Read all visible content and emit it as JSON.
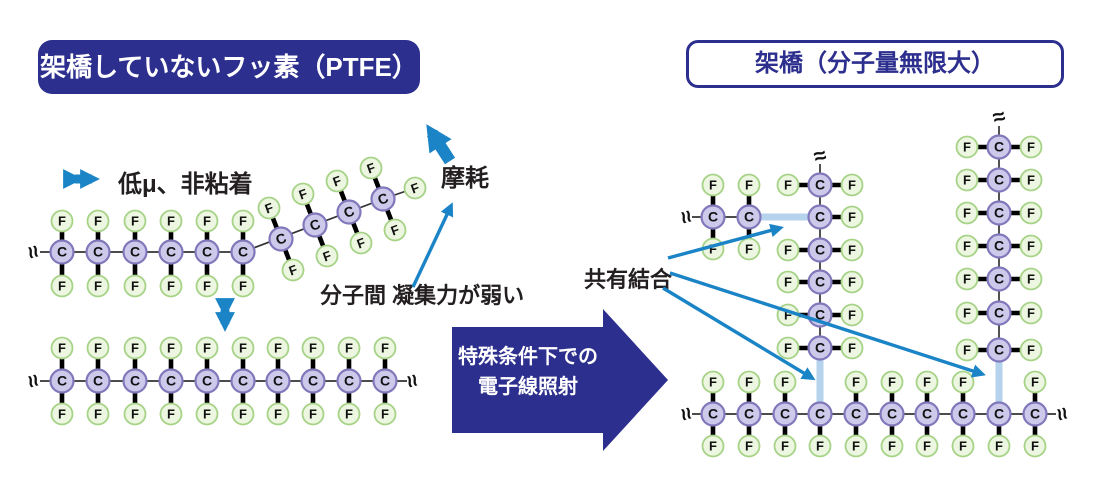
{
  "titles": {
    "left": "架橋していないフッ素（PTFE）",
    "right": "架橋（分子量無限大）"
  },
  "labels": {
    "low_mu": "低μ、非粘着",
    "wear": "摩耗",
    "cohesion": "分子間 凝集力が弱い",
    "covalent": "共有結合"
  },
  "process_arrow": {
    "line1": "特殊条件下での",
    "line2": "電子線照射"
  },
  "colors": {
    "navy": "#2d2f8e",
    "arrow_blue": "#1a84c6",
    "crosslink_blue": "#b5d3ed",
    "carbon_fill": "#cdc9ea",
    "carbon_stroke": "#8078ba",
    "fluorine_fill": "#edf6e1",
    "fluorine_stroke": "#a6d387",
    "bond_thin": "#333333",
    "bond_thick": "#000000",
    "atom_text": "#111111"
  },
  "break_symbol": "≈",
  "molecule": {
    "thin_bonds": [
      [
        40,
        252,
        250,
        252
      ],
      [
        243,
        252,
        383,
        199
      ],
      [
        383,
        199,
        415,
        188
      ],
      [
        40,
        381,
        407,
        381
      ],
      [
        692,
        217,
        749,
        217
      ],
      [
        820,
        164,
        820,
        348
      ],
      [
        999,
        126,
        999,
        350
      ],
      [
        692,
        414,
        1056,
        414
      ]
    ],
    "cross_bonds": [
      [
        751,
        217,
        818,
        217
      ],
      [
        820,
        350,
        820,
        414
      ],
      [
        999,
        352,
        999,
        414
      ]
    ],
    "thick_bonds": [
      [
        62,
        252,
        62,
        221
      ],
      [
        98,
        252,
        98,
        221
      ],
      [
        135,
        252,
        135,
        221
      ],
      [
        171,
        252,
        171,
        221
      ],
      [
        207,
        252,
        207,
        221
      ],
      [
        243,
        252,
        243,
        221
      ],
      [
        62,
        252,
        62,
        286
      ],
      [
        98,
        252,
        98,
        286
      ],
      [
        135,
        252,
        135,
        286
      ],
      [
        171,
        252,
        171,
        286
      ],
      [
        207,
        252,
        207,
        286
      ],
      [
        243,
        252,
        243,
        286
      ],
      [
        281,
        239,
        269,
        208
      ],
      [
        315,
        225,
        303,
        194
      ],
      [
        349,
        212,
        337,
        181
      ],
      [
        383,
        199,
        371,
        168
      ],
      [
        281,
        239,
        293,
        270
      ],
      [
        315,
        225,
        327,
        256
      ],
      [
        349,
        212,
        361,
        243
      ],
      [
        383,
        199,
        395,
        230
      ],
      [
        62,
        381,
        62,
        348
      ],
      [
        98,
        381,
        98,
        348
      ],
      [
        135,
        381,
        135,
        348
      ],
      [
        171,
        381,
        171,
        348
      ],
      [
        207,
        381,
        207,
        348
      ],
      [
        243,
        381,
        243,
        348
      ],
      [
        278,
        381,
        278,
        348
      ],
      [
        313,
        381,
        313,
        348
      ],
      [
        349,
        381,
        349,
        348
      ],
      [
        385,
        381,
        385,
        348
      ],
      [
        62,
        381,
        62,
        414
      ],
      [
        98,
        381,
        98,
        414
      ],
      [
        135,
        381,
        135,
        414
      ],
      [
        171,
        381,
        171,
        414
      ],
      [
        207,
        381,
        207,
        414
      ],
      [
        243,
        381,
        243,
        414
      ],
      [
        278,
        381,
        278,
        414
      ],
      [
        313,
        381,
        313,
        414
      ],
      [
        349,
        381,
        349,
        414
      ],
      [
        385,
        381,
        385,
        414
      ],
      [
        713,
        217,
        713,
        185
      ],
      [
        749,
        217,
        749,
        185
      ],
      [
        713,
        217,
        713,
        249
      ],
      [
        749,
        217,
        749,
        249
      ],
      [
        820,
        185,
        788,
        185
      ],
      [
        820,
        250,
        788,
        250
      ],
      [
        820,
        282,
        788,
        282
      ],
      [
        820,
        315,
        788,
        315
      ],
      [
        820,
        348,
        788,
        348
      ],
      [
        820,
        185,
        852,
        185
      ],
      [
        820,
        217,
        852,
        217
      ],
      [
        820,
        250,
        852,
        250
      ],
      [
        820,
        282,
        852,
        282
      ],
      [
        820,
        315,
        852,
        315
      ],
      [
        820,
        348,
        852,
        348
      ],
      [
        999,
        147,
        967,
        147
      ],
      [
        999,
        180,
        967,
        180
      ],
      [
        999,
        213,
        967,
        213
      ],
      [
        999,
        246,
        967,
        246
      ],
      [
        999,
        279,
        967,
        279
      ],
      [
        999,
        313,
        967,
        313
      ],
      [
        999,
        350,
        967,
        350
      ],
      [
        999,
        147,
        1031,
        147
      ],
      [
        999,
        180,
        1031,
        180
      ],
      [
        999,
        213,
        1031,
        213
      ],
      [
        999,
        246,
        1031,
        246
      ],
      [
        999,
        279,
        1031,
        279
      ],
      [
        999,
        313,
        1031,
        313
      ],
      [
        999,
        350,
        1031,
        350
      ],
      [
        713,
        414,
        713,
        382
      ],
      [
        749,
        414,
        749,
        382
      ],
      [
        785,
        414,
        785,
        382
      ],
      [
        856,
        414,
        856,
        382
      ],
      [
        892,
        414,
        892,
        382
      ],
      [
        927,
        414,
        927,
        382
      ],
      [
        963,
        414,
        963,
        382
      ],
      [
        1035,
        414,
        1035,
        382
      ],
      [
        713,
        414,
        713,
        446
      ],
      [
        749,
        414,
        749,
        446
      ],
      [
        785,
        414,
        785,
        446
      ],
      [
        820,
        414,
        820,
        446
      ],
      [
        856,
        414,
        856,
        446
      ],
      [
        892,
        414,
        892,
        446
      ],
      [
        927,
        414,
        927,
        446
      ],
      [
        963,
        414,
        963,
        446
      ],
      [
        999,
        414,
        999,
        446
      ],
      [
        1035,
        414,
        1035,
        446
      ]
    ],
    "atoms": [
      [
        "C",
        62,
        252
      ],
      [
        "C",
        98,
        252
      ],
      [
        "C",
        135,
        252
      ],
      [
        "C",
        171,
        252
      ],
      [
        "C",
        207,
        252
      ],
      [
        "C",
        243,
        252
      ],
      [
        "C",
        281,
        239,
        -20
      ],
      [
        "C",
        315,
        225,
        -20
      ],
      [
        "C",
        349,
        212,
        -20
      ],
      [
        "C",
        383,
        199,
        -20
      ],
      [
        "F",
        62,
        221
      ],
      [
        "F",
        98,
        221
      ],
      [
        "F",
        135,
        221
      ],
      [
        "F",
        171,
        221
      ],
      [
        "F",
        207,
        221
      ],
      [
        "F",
        243,
        221
      ],
      [
        "F",
        62,
        286
      ],
      [
        "F",
        98,
        286
      ],
      [
        "F",
        135,
        286
      ],
      [
        "F",
        171,
        286
      ],
      [
        "F",
        207,
        286
      ],
      [
        "F",
        243,
        286
      ],
      [
        "F",
        269,
        208,
        -20
      ],
      [
        "F",
        303,
        194,
        -20
      ],
      [
        "F",
        337,
        181,
        -20
      ],
      [
        "F",
        371,
        168,
        -20
      ],
      [
        "F",
        293,
        270,
        -20
      ],
      [
        "F",
        327,
        256,
        -20
      ],
      [
        "F",
        361,
        243,
        -20
      ],
      [
        "F",
        395,
        230,
        -20
      ],
      [
        "F",
        415,
        188,
        -20
      ],
      [
        "C",
        62,
        381
      ],
      [
        "C",
        98,
        381
      ],
      [
        "C",
        135,
        381
      ],
      [
        "C",
        171,
        381
      ],
      [
        "C",
        207,
        381
      ],
      [
        "C",
        243,
        381
      ],
      [
        "C",
        278,
        381
      ],
      [
        "C",
        313,
        381
      ],
      [
        "C",
        349,
        381
      ],
      [
        "C",
        385,
        381
      ],
      [
        "F",
        62,
        348
      ],
      [
        "F",
        98,
        348
      ],
      [
        "F",
        135,
        348
      ],
      [
        "F",
        171,
        348
      ],
      [
        "F",
        207,
        348
      ],
      [
        "F",
        243,
        348
      ],
      [
        "F",
        278,
        348
      ],
      [
        "F",
        313,
        348
      ],
      [
        "F",
        349,
        348
      ],
      [
        "F",
        385,
        348
      ],
      [
        "F",
        62,
        414
      ],
      [
        "F",
        98,
        414
      ],
      [
        "F",
        135,
        414
      ],
      [
        "F",
        171,
        414
      ],
      [
        "F",
        207,
        414
      ],
      [
        "F",
        243,
        414
      ],
      [
        "F",
        278,
        414
      ],
      [
        "F",
        313,
        414
      ],
      [
        "F",
        349,
        414
      ],
      [
        "F",
        385,
        414
      ],
      [
        "C",
        713,
        217
      ],
      [
        "C",
        749,
        217
      ],
      [
        "F",
        713,
        185
      ],
      [
        "F",
        749,
        185
      ],
      [
        "F",
        713,
        249
      ],
      [
        "F",
        749,
        249
      ],
      [
        "C",
        820,
        185
      ],
      [
        "C",
        820,
        217
      ],
      [
        "C",
        820,
        250
      ],
      [
        "C",
        820,
        282
      ],
      [
        "C",
        820,
        315
      ],
      [
        "C",
        820,
        348
      ],
      [
        "F",
        788,
        185
      ],
      [
        "F",
        788,
        250
      ],
      [
        "F",
        788,
        282
      ],
      [
        "F",
        788,
        315
      ],
      [
        "F",
        788,
        348
      ],
      [
        "F",
        852,
        185
      ],
      [
        "F",
        852,
        217
      ],
      [
        "F",
        852,
        250
      ],
      [
        "F",
        852,
        282
      ],
      [
        "F",
        852,
        315
      ],
      [
        "F",
        852,
        348
      ],
      [
        "C",
        999,
        147
      ],
      [
        "C",
        999,
        180
      ],
      [
        "C",
        999,
        213
      ],
      [
        "C",
        999,
        246
      ],
      [
        "C",
        999,
        279
      ],
      [
        "C",
        999,
        313
      ],
      [
        "C",
        999,
        350
      ],
      [
        "F",
        967,
        147
      ],
      [
        "F",
        967,
        180
      ],
      [
        "F",
        967,
        213
      ],
      [
        "F",
        967,
        246
      ],
      [
        "F",
        967,
        279
      ],
      [
        "F",
        967,
        313
      ],
      [
        "F",
        967,
        350
      ],
      [
        "F",
        1031,
        147
      ],
      [
        "F",
        1031,
        180
      ],
      [
        "F",
        1031,
        213
      ],
      [
        "F",
        1031,
        246
      ],
      [
        "F",
        1031,
        279
      ],
      [
        "F",
        1031,
        313
      ],
      [
        "F",
        1031,
        350
      ],
      [
        "C",
        713,
        414
      ],
      [
        "C",
        749,
        414
      ],
      [
        "C",
        785,
        414
      ],
      [
        "C",
        820,
        414
      ],
      [
        "C",
        856,
        414
      ],
      [
        "C",
        892,
        414
      ],
      [
        "C",
        927,
        414
      ],
      [
        "C",
        963,
        414
      ],
      [
        "C",
        999,
        414
      ],
      [
        "C",
        1035,
        414
      ],
      [
        "F",
        713,
        382
      ],
      [
        "F",
        749,
        382
      ],
      [
        "F",
        785,
        382
      ],
      [
        "F",
        856,
        382
      ],
      [
        "F",
        892,
        382
      ],
      [
        "F",
        927,
        382
      ],
      [
        "F",
        963,
        382
      ],
      [
        "F",
        1035,
        382
      ],
      [
        "F",
        713,
        446
      ],
      [
        "F",
        749,
        446
      ],
      [
        "F",
        785,
        446
      ],
      [
        "F",
        820,
        446
      ],
      [
        "F",
        856,
        446
      ],
      [
        "F",
        892,
        446
      ],
      [
        "F",
        927,
        446
      ],
      [
        "F",
        963,
        446
      ],
      [
        "F",
        999,
        446
      ],
      [
        "F",
        1035,
        446
      ]
    ],
    "breaks": [
      [
        33,
        252,
        75
      ],
      [
        33,
        381,
        75
      ],
      [
        412,
        381,
        75
      ],
      [
        686,
        217,
        75
      ],
      [
        686,
        414,
        75
      ],
      [
        1062,
        414,
        75
      ],
      [
        820,
        156,
        -15
      ],
      [
        999,
        117,
        -15
      ]
    ],
    "line_arrows": [
      [
        413,
        287,
        451,
        206
      ],
      [
        668,
        258,
        780,
        228
      ],
      [
        670,
        273,
        982,
        374
      ],
      [
        663,
        288,
        812,
        378
      ]
    ],
    "double_arrows": [
      [
        75,
        179,
        92,
        179
      ],
      [
        225,
        310,
        225,
        324
      ]
    ],
    "wear_arrow": [
      450,
      161,
      432,
      133
    ]
  }
}
